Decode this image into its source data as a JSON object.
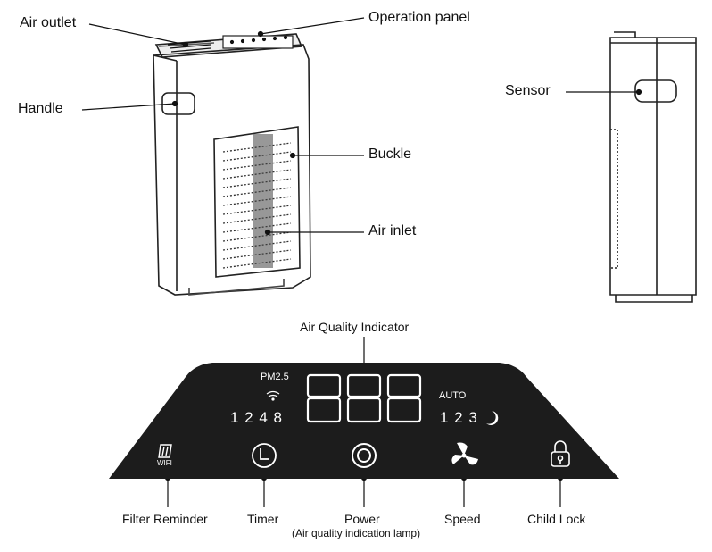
{
  "callouts": {
    "air_outlet": "Air outlet",
    "operation_panel": "Operation panel",
    "handle": "Handle",
    "buckle": "Buckle",
    "air_inlet": "Air inlet",
    "sensor": "Sensor",
    "air_quality_indicator": "Air Quality Indicator"
  },
  "panel": {
    "pm_label": "PM2.5",
    "timer_values": "1 2 4 8",
    "auto_label": "AUTO",
    "speed_values": "1 2 3",
    "display_digits": "888",
    "wifi_badge": "WIFI",
    "icons": [
      "wifi-icon",
      "filter-icon",
      "timer-icon",
      "power-icon",
      "fan-icon",
      "lock-icon",
      "moon-icon"
    ],
    "colors": {
      "panel_bg": "#1c1c1c",
      "panel_fg": "#ffffff"
    }
  },
  "buttons": {
    "filter_reminder": "Filter Reminder",
    "timer": "Timer",
    "power": "Power",
    "power_sub": "(Air quality indication lamp)",
    "speed": "Speed",
    "child_lock": "Child Lock"
  }
}
